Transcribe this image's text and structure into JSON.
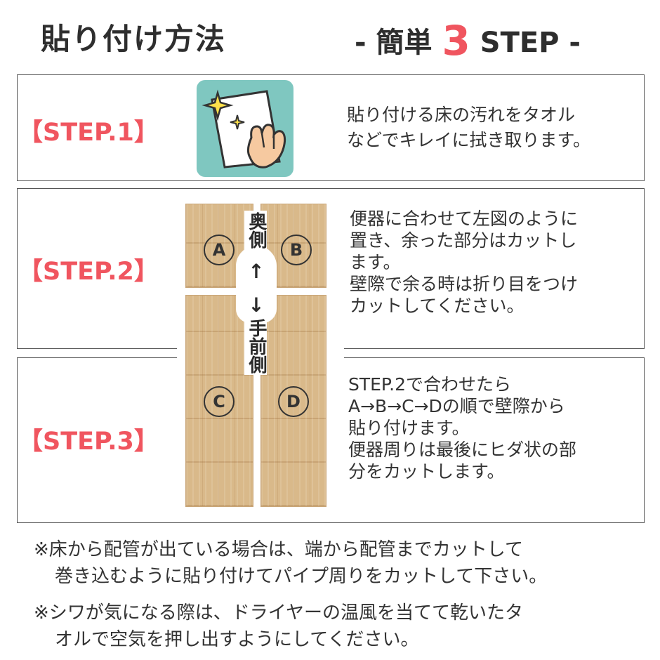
{
  "header": {
    "title": "貼り付け方法",
    "subtitle_prefix": "- 簡単",
    "subtitle_number": "3",
    "subtitle_suffix": "STEP -"
  },
  "colors": {
    "accent": "#f0555f",
    "icon_bg": "#7fc7c0",
    "wood": "#d9b98a"
  },
  "steps": [
    {
      "label": "【STEP.1】",
      "icon": "wipe-cloth-icon",
      "lines": [
        "貼り付ける床の汚れをタオル",
        "などでキレイに拭き取ります。"
      ]
    },
    {
      "label": "【STEP.2】",
      "lines": [
        "便器に合わせて左図のように",
        "置き、余った部分はカットし",
        "ます。",
        "壁際で余る時は折り目をつけ",
        "カットしてください。"
      ]
    },
    {
      "label": "【STEP.3】",
      "lines": [
        "STEP.2で合わせたら",
        "A→B→C→Dの順で壁際から",
        "貼り付けます。",
        "便器周りは最後にヒダ状の部",
        "分をカットします。"
      ]
    }
  ],
  "diagram": {
    "back_label": "奥側",
    "up_arrow": "↑",
    "down_arrow": "↓",
    "front_label": "手前側",
    "pieces": [
      "A",
      "B",
      "C",
      "D"
    ]
  },
  "notes": [
    [
      "※床から配管が出ている場合は、端から配管までカットして",
      "巻き込むように貼り付けてパイプ周りをカットして下さい。"
    ],
    [
      "※シワが気になる際は、ドライヤーの温風を当てて乾いたタ",
      "オルで空気を押し出すようにしてください。"
    ]
  ]
}
